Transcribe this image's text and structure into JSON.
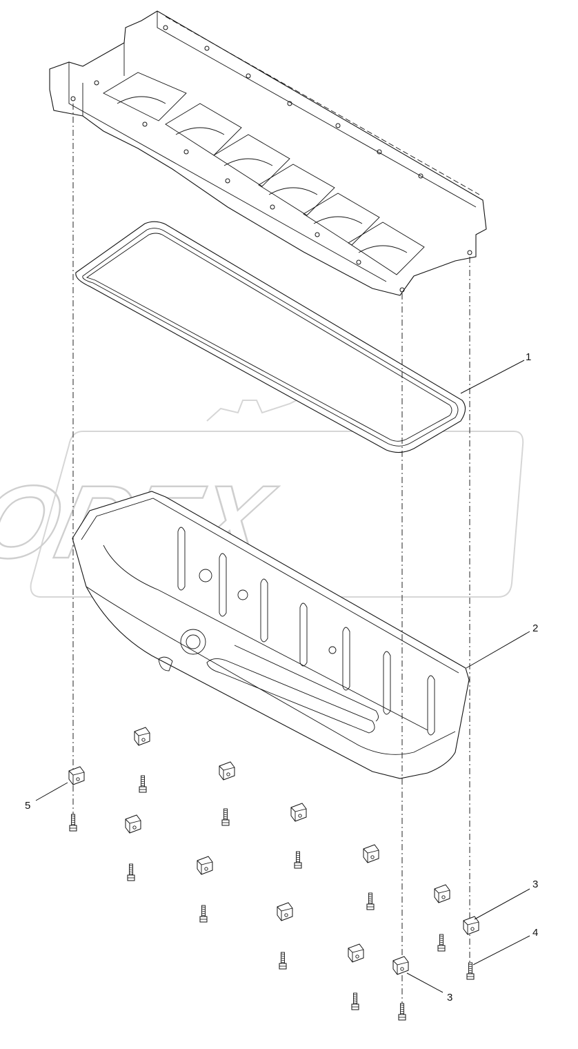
{
  "watermark": {
    "text": "OPEX"
  },
  "callouts": [
    {
      "id": "callout-1",
      "label": "1"
    },
    {
      "id": "callout-2",
      "label": "2"
    },
    {
      "id": "callout-3a",
      "label": "3"
    },
    {
      "id": "callout-3b",
      "label": "3"
    },
    {
      "id": "callout-4",
      "label": "4"
    },
    {
      "id": "callout-5",
      "label": "5"
    }
  ],
  "parts": {
    "block": "cylinder-block",
    "gasket": "oil-pan-gasket",
    "pan": "oil-pan",
    "spacer": "spacer-bracket",
    "bolt": "cap-screw"
  }
}
